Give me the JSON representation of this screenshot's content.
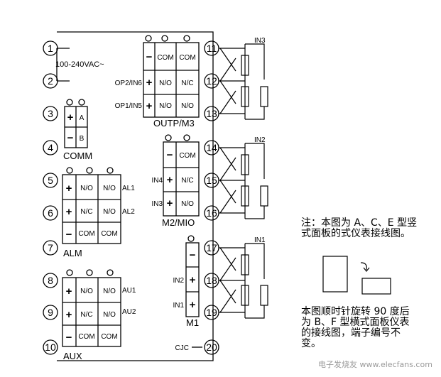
{
  "terminals": [
    "1",
    "2",
    "3",
    "4",
    "5",
    "6",
    "7",
    "8",
    "9",
    "10",
    "11",
    "12",
    "13",
    "14",
    "15",
    "16",
    "17",
    "18",
    "19",
    "20"
  ],
  "power": {
    "label": "100-240VAC~"
  },
  "comm": {
    "title": "COMM",
    "cells": [
      "+",
      "A",
      "−",
      "B"
    ]
  },
  "alm": {
    "title": "ALM",
    "rows": [
      {
        "sym": "+",
        "c1": "N/O",
        "c2": "N/O",
        "tag": "AL1"
      },
      {
        "sym": "+",
        "c1": "N/C",
        "c2": "N/O",
        "tag": "AL2"
      },
      {
        "sym": "−",
        "c1": "COM",
        "c2": "COM",
        "tag": ""
      }
    ]
  },
  "aux": {
    "title": "AUX",
    "rows": [
      {
        "sym": "+",
        "c1": "N/O",
        "c2": "N/O",
        "tag": "AU1"
      },
      {
        "sym": "+",
        "c1": "N/C",
        "c2": "N/O",
        "tag": "AU2"
      },
      {
        "sym": "−",
        "c1": "COM",
        "c2": "COM",
        "tag": ""
      }
    ]
  },
  "outp": {
    "title": "OUTP/M3",
    "rows": [
      {
        "label": "",
        "sym": "−",
        "c1": "COM",
        "c2": "COM"
      },
      {
        "label": "OP2/IN6",
        "sym": "+",
        "c1": "N/O",
        "c2": "N/C"
      },
      {
        "label": "OP1/IN5",
        "sym": "+",
        "c1": "N/O",
        "c2": "N/O"
      }
    ],
    "input": "IN3"
  },
  "m2": {
    "title": "M2/MIO",
    "rows": [
      {
        "label": "",
        "sym": "−",
        "c1": "COM"
      },
      {
        "label": "IN4",
        "sym": "+",
        "c1": "N/C"
      },
      {
        "label": "IN3",
        "sym": "+",
        "c1": "N/O"
      }
    ],
    "input": "IN2"
  },
  "m1": {
    "title": "M1",
    "rows": [
      {
        "label": "",
        "sym": "−"
      },
      {
        "label": "IN2",
        "sym": "+"
      },
      {
        "label": "IN1",
        "sym": "+"
      }
    ],
    "input": "IN1"
  },
  "cjc": "CJC",
  "note_top": [
    "注：本图为 A、C、E 型竖",
    "式面板的式仪表接线图。"
  ],
  "note_bottom": [
    "本图顺时针旋转 90 度后",
    "为 B、F 型横式面板仪表",
    "的接线图，端子编号不",
    "变。"
  ],
  "watermark": "电子发烧友 www.elecfans.com"
}
